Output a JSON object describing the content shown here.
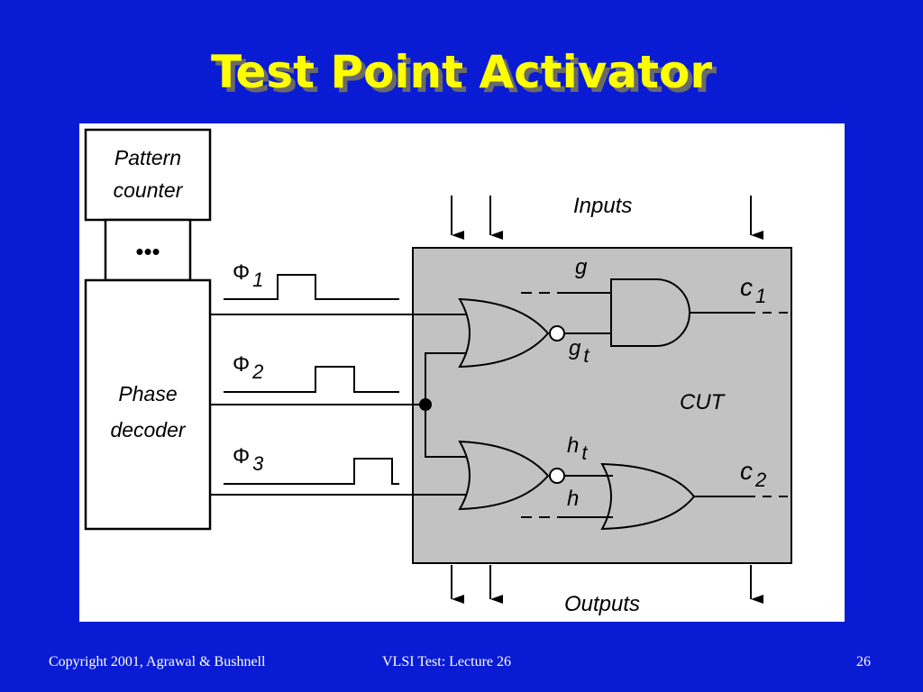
{
  "slide": {
    "title": "Test Point Activator",
    "page_number": "26"
  },
  "diagram": {
    "pattern_counter_line1": "Pattern",
    "pattern_counter_line2": "counter",
    "ellipsis": "•••",
    "phase_decoder_line1": "Phase",
    "phase_decoder_line2": "decoder",
    "phase_symbol": "Φ",
    "phase1_index": "1",
    "phase2_index": "2",
    "phase3_index": "3",
    "inputs_label": "Inputs",
    "outputs_label": "Outputs",
    "cut_label": "CUT",
    "signal_g": "g",
    "signal_gt": "g",
    "signal_gt_sub": "t",
    "signal_ht": "h",
    "signal_ht_sub": "t",
    "signal_h": "h",
    "output_c1": "c",
    "output_c1_sub": "1",
    "output_c2": "c",
    "output_c2_sub": "2"
  },
  "footer": {
    "copyright": "Copyright 2001, Agrawal & Bushnell",
    "lecture": "VLSI Test: Lecture 26"
  }
}
